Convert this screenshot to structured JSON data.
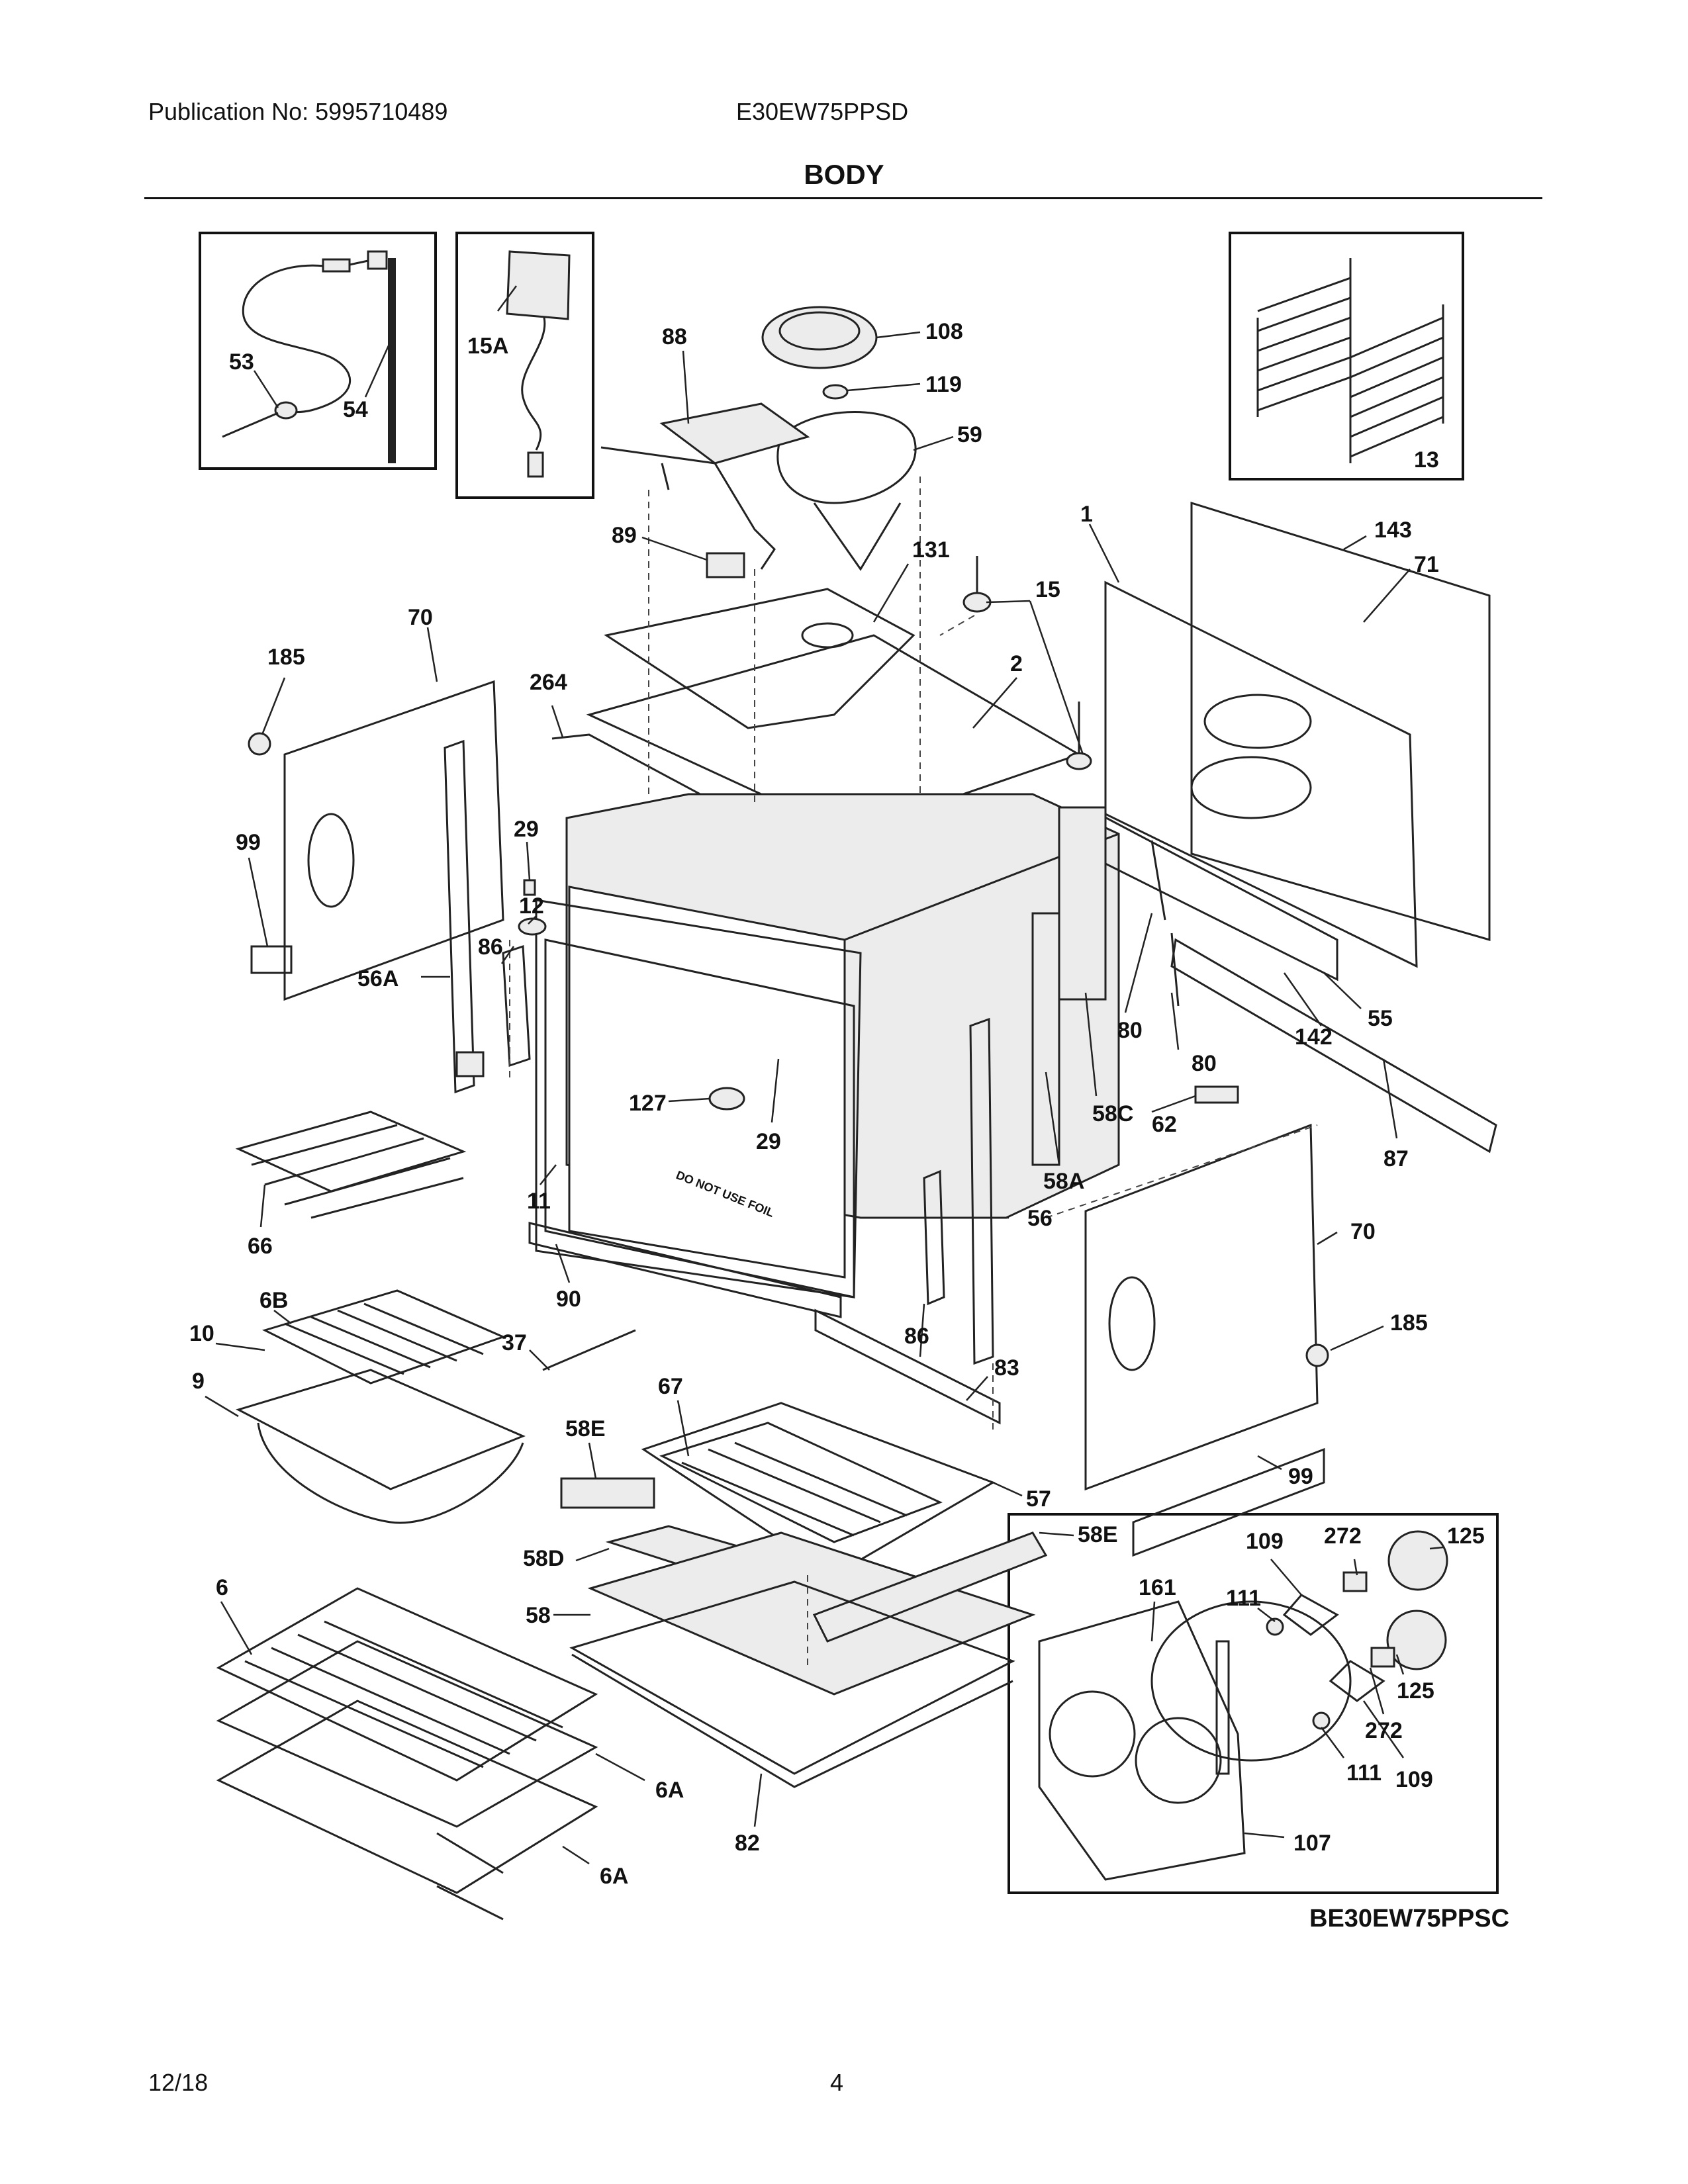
{
  "header": {
    "publication": "Publication No: 5995710489",
    "model": "E30EW75PPSD",
    "title": "BODY"
  },
  "footer": {
    "date": "12/18",
    "page": "4",
    "diagram_code": "BE30EW75PPSC"
  },
  "labels": {
    "l53": "53",
    "l54": "54",
    "l15A": "15A",
    "l88": "88",
    "l108": "108",
    "l119": "119",
    "l59": "59",
    "l13": "13",
    "l89": "89",
    "l131": "131",
    "l1": "1",
    "l143": "143",
    "l71": "71",
    "l15": "15",
    "l70a": "70",
    "l185a": "185",
    "l264": "264",
    "l2": "2",
    "l99a": "99",
    "l29a": "29",
    "l12": "12",
    "l86a": "86",
    "l56A": "56A",
    "l55": "55",
    "l142": "142",
    "l80a": "80",
    "l80b": "80",
    "l127": "127",
    "l29b": "29",
    "l58C": "58C",
    "l62": "62",
    "l87": "87",
    "l58A": "58A",
    "l11": "11",
    "l66": "66",
    "l56": "56",
    "l70b": "70",
    "l6B": "6B",
    "l90": "90",
    "l185b": "185",
    "l10": "10",
    "l37": "37",
    "l86b": "86",
    "l83": "83",
    "l9": "9",
    "l67": "67",
    "l58Ea": "58E",
    "l57": "57",
    "l99b": "99",
    "l58D": "58D",
    "l58Eb": "58E",
    "l109a": "109",
    "l272a": "272",
    "l125a": "125",
    "l6": "6",
    "l161": "161",
    "l111a": "111",
    "l58": "58",
    "l125b": "125",
    "l272b": "272",
    "l111b": "111",
    "l109b": "109",
    "l6Aa": "6A",
    "l82": "82",
    "l107": "107",
    "l6Ab": "6A"
  },
  "stamp_text": "DO NOT USE FOIL"
}
